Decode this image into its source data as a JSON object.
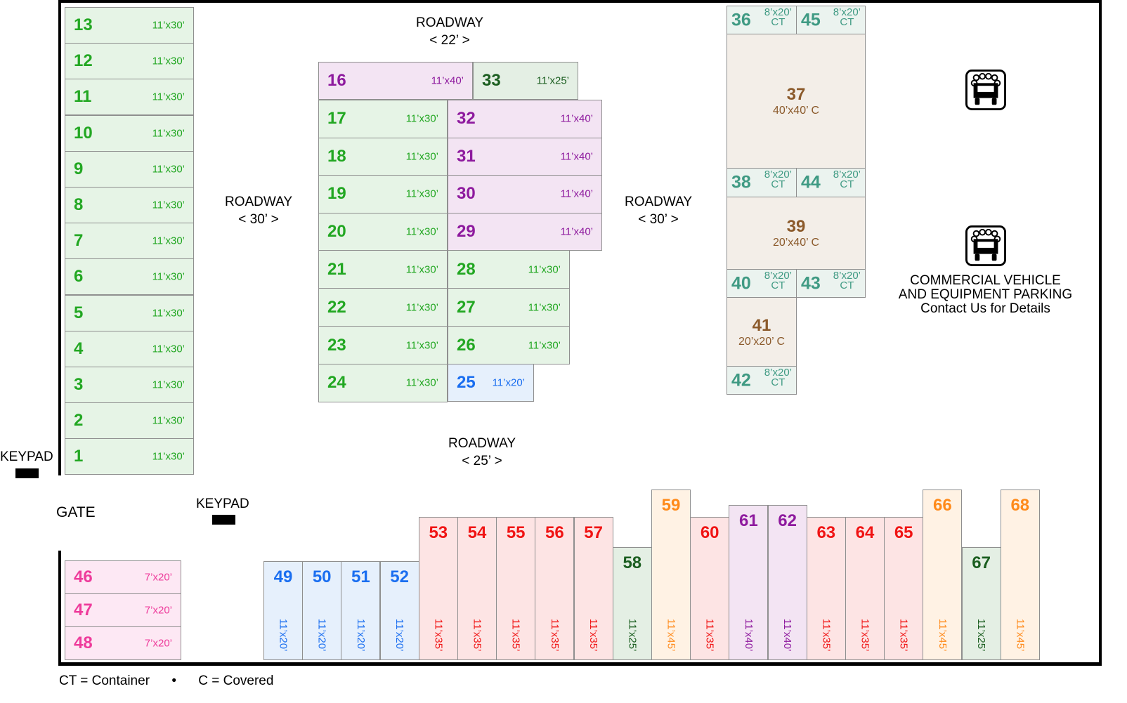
{
  "colors": {
    "green": {
      "fill": "#e6f4e6",
      "text": "#22a722"
    },
    "purple": {
      "fill": "#f3e4f3",
      "text": "#8e1a9e"
    },
    "darkgreen": {
      "fill": "#e4efe4",
      "text": "#1b5e20"
    },
    "blue": {
      "fill": "#e6f0fc",
      "text": "#1a6ef0"
    },
    "teal": {
      "fill": "#ebf3ef",
      "text": "#3f9a83"
    },
    "brown": {
      "fill": "#f3eee8",
      "text": "#8b5a2b"
    },
    "pink": {
      "fill": "#fde8f4",
      "text": "#ee3b9b"
    },
    "red": {
      "fill": "#fde4e4",
      "text": "#f01414"
    },
    "orange": {
      "fill": "#fff2e4",
      "text": "#ff8a1a"
    }
  },
  "labels": {
    "roadway_top": [
      "ROADWAY",
      "< 22’ >"
    ],
    "roadway_left": [
      "ROADWAY",
      "< 30’ >"
    ],
    "roadway_right": [
      "ROADWAY",
      "< 30’ >"
    ],
    "roadway_bottom": [
      "ROADWAY",
      "< 25’ >"
    ],
    "keypad_left": "KEYPAD",
    "keypad_center": "KEYPAD",
    "gate": "GATE",
    "commercial": [
      "COMMERCIAL VEHICLE",
      "AND EQUIPMENT PARKING",
      "Contact Us for Details"
    ],
    "legend_ct": "CT = Container",
    "legend_sep": "•",
    "legend_c": "C = Covered"
  },
  "icons": [
    "truck-icon",
    "truck-icon"
  ],
  "units": [
    {
      "id": "13",
      "size": "11’x30’",
      "type": "green"
    },
    {
      "id": "12",
      "size": "11’x30’",
      "type": "green"
    },
    {
      "id": "11",
      "size": "11’x30’",
      "type": "green"
    },
    {
      "id": "10",
      "size": "11’x30’",
      "type": "green"
    },
    {
      "id": "9",
      "size": "11’x30’",
      "type": "green"
    },
    {
      "id": "8",
      "size": "11’x30’",
      "type": "green"
    },
    {
      "id": "7",
      "size": "11’x30’",
      "type": "green"
    },
    {
      "id": "6",
      "size": "11’x30’",
      "type": "green"
    },
    {
      "id": "5",
      "size": "11’x30’",
      "type": "green"
    },
    {
      "id": "4",
      "size": "11’x30’",
      "type": "green"
    },
    {
      "id": "3",
      "size": "11’x30’",
      "type": "green"
    },
    {
      "id": "2",
      "size": "11’x30’",
      "type": "green"
    },
    {
      "id": "1",
      "size": "11’x30’",
      "type": "green"
    },
    {
      "id": "16",
      "size": "11’x40’",
      "type": "purple"
    },
    {
      "id": "33",
      "size": "11’x25’",
      "type": "darkgreen"
    },
    {
      "id": "17",
      "size": "11’x30’",
      "type": "green"
    },
    {
      "id": "18",
      "size": "11’x30’",
      "type": "green"
    },
    {
      "id": "19",
      "size": "11’x30’",
      "type": "green"
    },
    {
      "id": "20",
      "size": "11’x30’",
      "type": "green"
    },
    {
      "id": "21",
      "size": "11’x30’",
      "type": "green"
    },
    {
      "id": "22",
      "size": "11’x30’",
      "type": "green"
    },
    {
      "id": "23",
      "size": "11’x30’",
      "type": "green"
    },
    {
      "id": "24",
      "size": "11’x30’",
      "type": "green"
    },
    {
      "id": "32",
      "size": "11’x40’",
      "type": "purple"
    },
    {
      "id": "31",
      "size": "11’x40’",
      "type": "purple"
    },
    {
      "id": "30",
      "size": "11’x40’",
      "type": "purple"
    },
    {
      "id": "29",
      "size": "11’x40’",
      "type": "purple"
    },
    {
      "id": "28",
      "size": "11’x30’",
      "type": "green"
    },
    {
      "id": "27",
      "size": "11’x30’",
      "type": "green"
    },
    {
      "id": "26",
      "size": "11’x30’",
      "type": "green"
    },
    {
      "id": "25",
      "size": "11’x20’",
      "type": "blue"
    },
    {
      "id": "36",
      "size": "8’x20’",
      "sub": "CT",
      "type": "teal"
    },
    {
      "id": "45",
      "size": "8’x20’",
      "sub": "CT",
      "type": "teal"
    },
    {
      "id": "37",
      "size": "40’x40’ C",
      "type": "brown"
    },
    {
      "id": "38",
      "size": "8’x20’",
      "sub": "CT",
      "type": "teal"
    },
    {
      "id": "44",
      "size": "8’x20’",
      "sub": "CT",
      "type": "teal"
    },
    {
      "id": "39",
      "size": "20’x40’ C",
      "type": "brown"
    },
    {
      "id": "40",
      "size": "8’x20’",
      "sub": "CT",
      "type": "teal"
    },
    {
      "id": "43",
      "size": "8’x20’",
      "sub": "CT",
      "type": "teal"
    },
    {
      "id": "41",
      "size": "20’x20’ C",
      "type": "brown"
    },
    {
      "id": "42",
      "size": "8’x20’",
      "sub": "CT",
      "type": "teal"
    },
    {
      "id": "46",
      "size": "7’x20’",
      "type": "pink"
    },
    {
      "id": "47",
      "size": "7’x20’",
      "type": "pink"
    },
    {
      "id": "48",
      "size": "7’x20’",
      "type": "pink"
    },
    {
      "id": "49",
      "size": "11’x20’",
      "type": "blue"
    },
    {
      "id": "50",
      "size": "11’x20’",
      "type": "blue"
    },
    {
      "id": "51",
      "size": "11’x20’",
      "type": "blue"
    },
    {
      "id": "52",
      "size": "11’x20’",
      "type": "blue"
    },
    {
      "id": "53",
      "size": "11’x35’",
      "type": "red"
    },
    {
      "id": "54",
      "size": "11’x35’",
      "type": "red"
    },
    {
      "id": "55",
      "size": "11’x35’",
      "type": "red"
    },
    {
      "id": "56",
      "size": "11’x35’",
      "type": "red"
    },
    {
      "id": "57",
      "size": "11’x35’",
      "type": "red"
    },
    {
      "id": "58",
      "size": "11’x25’",
      "type": "darkgreen"
    },
    {
      "id": "59",
      "size": "11’x45’",
      "type": "orange"
    },
    {
      "id": "60",
      "size": "11’x35’",
      "type": "red"
    },
    {
      "id": "61",
      "size": "11’x40’",
      "type": "purple"
    },
    {
      "id": "62",
      "size": "11’x40’",
      "type": "purple"
    },
    {
      "id": "63",
      "size": "11’x35’",
      "type": "red"
    },
    {
      "id": "64",
      "size": "11’x35’",
      "type": "red"
    },
    {
      "id": "65",
      "size": "11’x35’",
      "type": "red"
    },
    {
      "id": "66",
      "size": "11’x45’",
      "type": "orange"
    },
    {
      "id": "67",
      "size": "11’x25’",
      "type": "darkgreen"
    },
    {
      "id": "68",
      "size": "11’x45’",
      "type": "orange"
    }
  ]
}
